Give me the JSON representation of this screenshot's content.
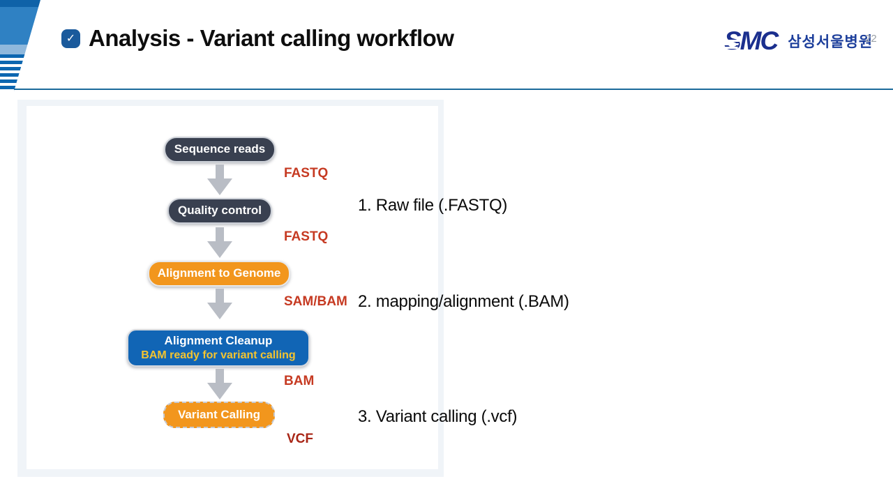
{
  "slide": {
    "title": "Analysis - Variant calling workflow",
    "page_number": "22"
  },
  "logo": {
    "smc": "SMC",
    "hospital_korean": "삼성서울병원"
  },
  "diagram": {
    "nodes": [
      {
        "label": "Sequence reads",
        "style": "navy"
      },
      {
        "label": "Quality control",
        "style": "navy"
      },
      {
        "label": "Alignment to Genome",
        "style": "orange"
      },
      {
        "label": "Alignment Cleanup",
        "sublabel": "BAM ready for variant calling",
        "style": "blue"
      },
      {
        "label": "Variant Calling",
        "style": "orange-dashed"
      }
    ],
    "file_labels": [
      "FASTQ",
      "FASTQ",
      "SAM/BAM",
      "BAM",
      "VCF"
    ]
  },
  "notes": [
    "1. Raw file (.FASTQ)",
    "2. mapping/alignment (.BAM)",
    "3. Variant calling (.vcf)"
  ],
  "colors": {
    "navy_node": "#394050",
    "orange_node": "#f2961d",
    "blue_node": "#1165b5",
    "gold_subtext": "#f4c430",
    "file_label_red": "#c63a22",
    "vcf_label_red": "#a82616",
    "header_rule": "#1a6a9a",
    "panel_background": "#f0f4f8",
    "logo_blue": "#1b2f8e"
  }
}
